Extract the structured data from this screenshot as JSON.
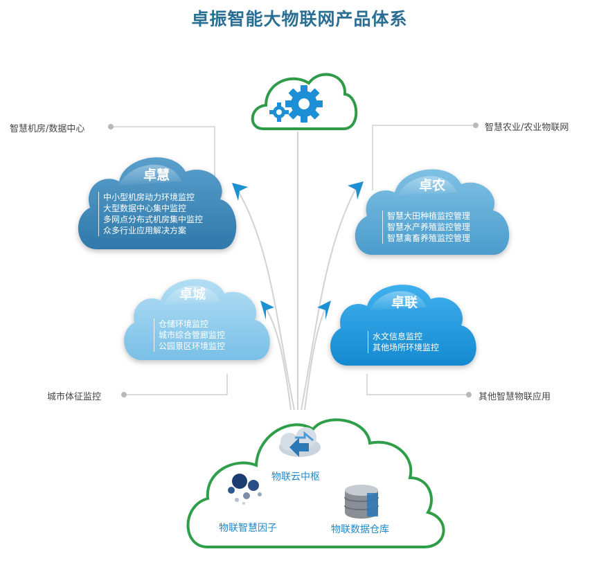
{
  "title": "卓振智能大物联网产品体系",
  "colors": {
    "cloud_top_left": "#3a86b8",
    "cloud_top_right": "#5aa8d6",
    "cloud_mid_left": "#8fcbec",
    "cloud_mid_right": "#1f95d8",
    "gear_outline": "#2f9a48",
    "gear_fill": "#1d8fd6",
    "hub_outline": "#2e9e48",
    "connector": "#cfcfcf",
    "arrow": "#1e8fd0"
  },
  "side_labels": {
    "top_left": "智慧机房/数据中心",
    "top_right": "智慧农业/农业物联网",
    "bottom_left": "城市体征监控",
    "bottom_right": "其他智慧物联应用"
  },
  "clouds": {
    "huì": {
      "heading": "卓慧",
      "items": [
        "中小型机房动力环境监控",
        "大型数据中心集中监控",
        "多网点分布式机房集中监控",
        "众多行业应用解决方案"
      ]
    },
    "nóng": {
      "heading": "卓农",
      "items": [
        "智慧大田种植监控管理",
        "智慧水产养殖监控管理",
        "智慧禽畜养殖监控管理"
      ]
    },
    "chéng": {
      "heading": "卓城",
      "items": [
        "仓储环境监控",
        "城市综合管廊监控",
        "公园景区环境监控"
      ]
    },
    "lián": {
      "heading": "卓联",
      "items": [
        "水文信息监控",
        "其他场所环境监控"
      ]
    }
  },
  "hub": {
    "cloud_center": "物联云中枢",
    "smart_factor": "物联智慧因子",
    "data_warehouse": "物联数据仓库",
    "icons": [
      "cloud-exchange-icon",
      "dots-cluster-icon",
      "database-server-icon"
    ]
  },
  "top_icon": "gears-icon"
}
